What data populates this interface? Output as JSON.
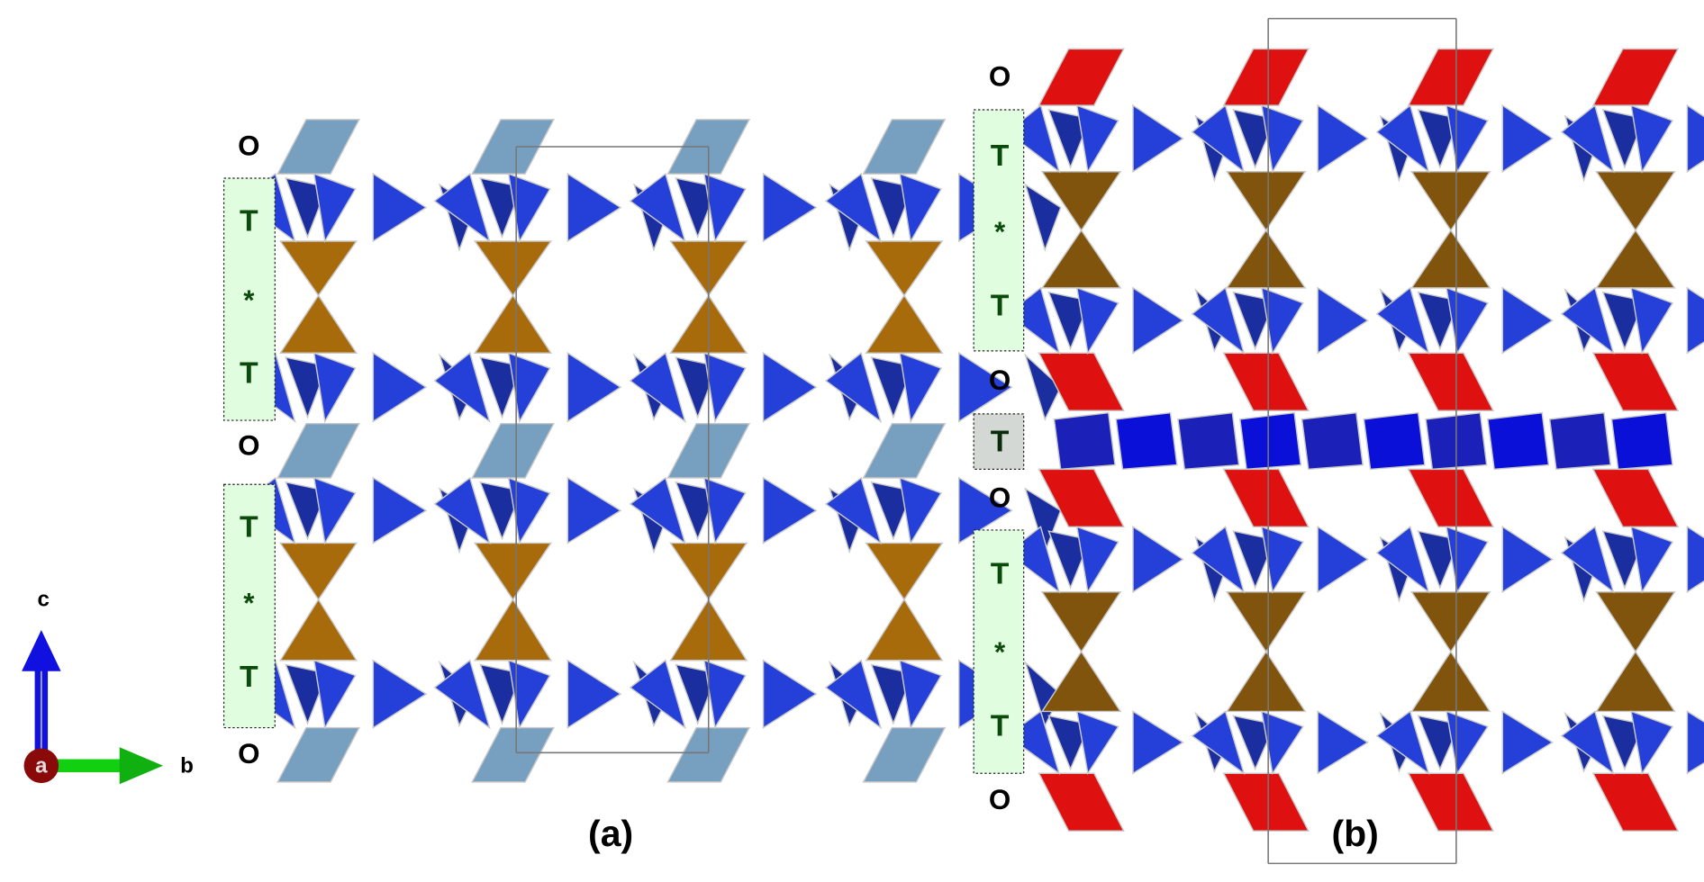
{
  "colors": {
    "octa_a": "#779fc0",
    "octa_b": "#de1010",
    "tet_blue": "#2440d8",
    "tet_blue_dark": "#1a2ea0",
    "tet_deep": "#0a10d8",
    "brown_a": "#a86b0c",
    "brown_b": "#80540c",
    "box_green": "#e0fde0",
    "box_gray": "#d4d8d4",
    "text_green": "#0b4a0b"
  },
  "axes": {
    "c": "c",
    "b": "b",
    "a": "a"
  },
  "panel_a": {
    "caption": "(a)",
    "layers": [
      "O",
      "T",
      "*",
      "T",
      "O",
      "T",
      "*",
      "T",
      "O"
    ]
  },
  "panel_b": {
    "caption": "(b)",
    "layers": [
      "O",
      "T",
      "*",
      "T",
      "O",
      "T",
      "O",
      "T",
      "*",
      "T",
      "O"
    ]
  }
}
